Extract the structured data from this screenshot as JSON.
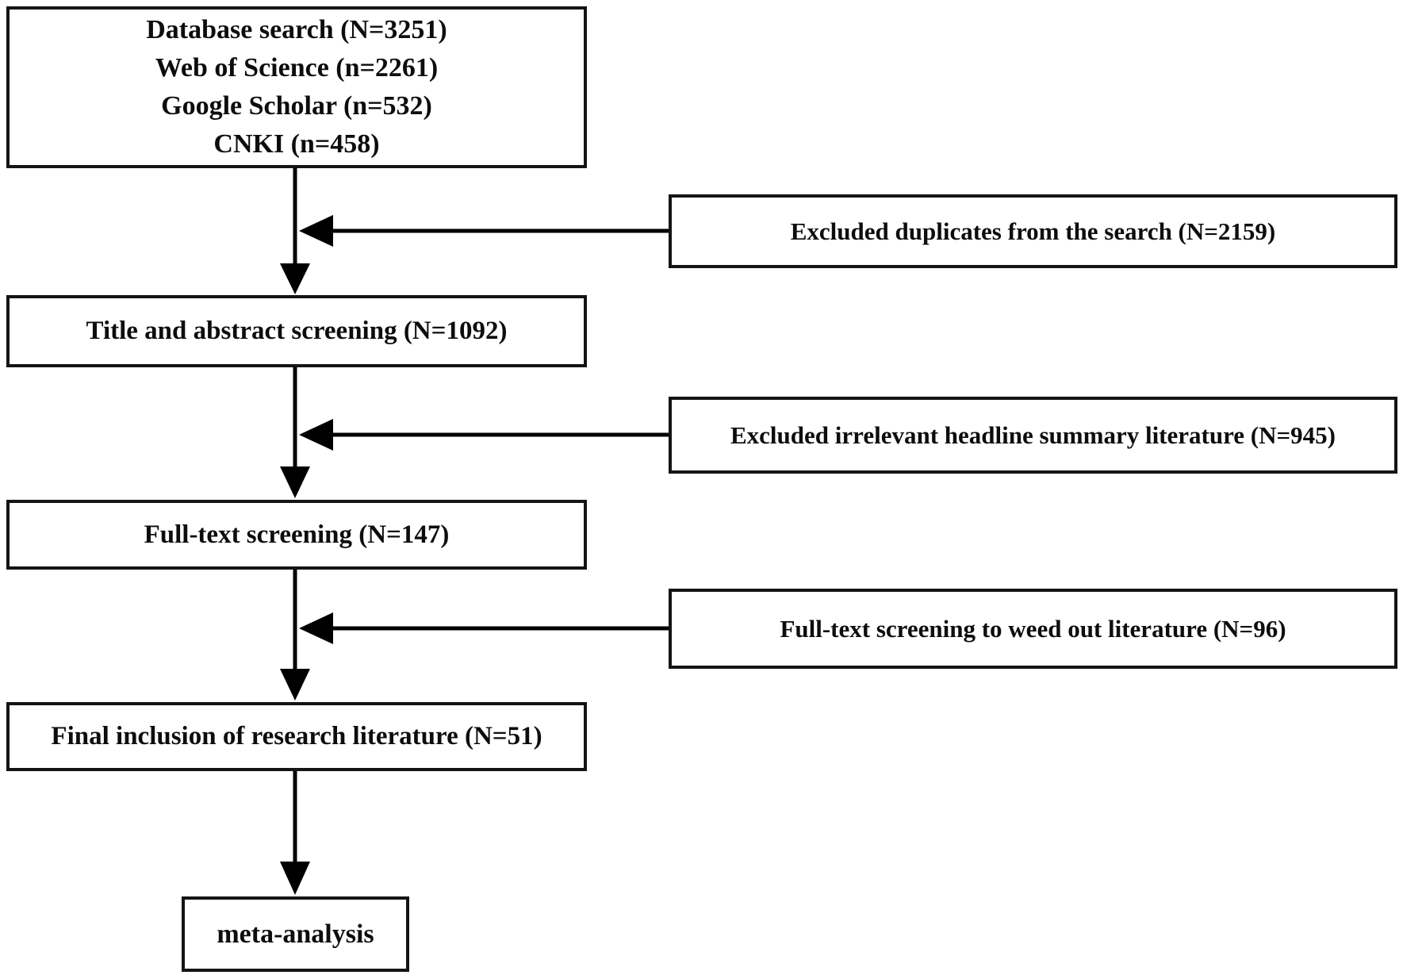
{
  "diagram": {
    "title_hint": "Literature screening flow diagram for meta-analysis",
    "source_box": {
      "lines": [
        "Database search (N=3251)",
        "Web of Science (n=2261)",
        "Google Scholar (n=532)",
        "CNKI (n=458)"
      ]
    },
    "stages": [
      {
        "label": "Title and abstract screening (N=1092)"
      },
      {
        "label": "Full-text screening (N=147)"
      },
      {
        "label": "Final inclusion of research literature (N=51)"
      },
      {
        "label": "meta-analysis"
      }
    ],
    "exclusions": [
      {
        "label": "Excluded duplicates from the search (N=2159)"
      },
      {
        "label": "Excluded irrelevant headline summary literature (N=945)"
      },
      {
        "label": "Full-text screening to weed out literature (N=96)"
      }
    ],
    "colors": {
      "background": "#ffffff",
      "box_border": "#141414",
      "arrow": "#000000",
      "text": "#0d0d0d"
    }
  }
}
